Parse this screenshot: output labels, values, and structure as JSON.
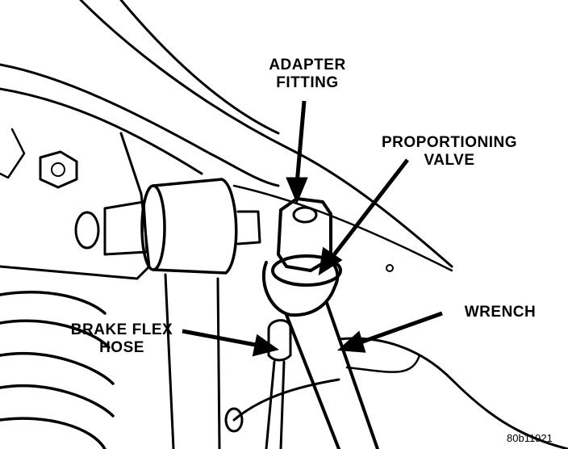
{
  "labels": {
    "adapter_fitting": [
      "ADAPTER",
      "FITTING"
    ],
    "proportioning_valve": [
      "PROPORTIONING",
      "VALVE"
    ],
    "wrench": "WRENCH",
    "brake_flex_hose": [
      "BRAKE FLEX",
      "HOSE"
    ]
  },
  "figure_number": "80b11921",
  "colors": {
    "ink": "#000000",
    "paper": "#ffffff"
  }
}
